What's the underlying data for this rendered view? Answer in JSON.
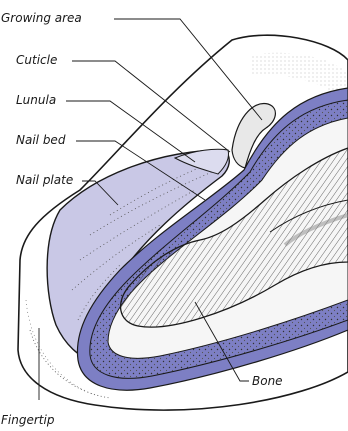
{
  "labels": {
    "growing_area": "Growing area",
    "cuticle": "Cuticle",
    "lunula": "Lunula",
    "nail_bed": "Nail bed",
    "nail_plate": "Nail plate",
    "bone": "Bone",
    "fingertip": "Fingertip"
  },
  "colors": {
    "nail_plate": "#c9c8e6",
    "nail_bed_layer": "#7d7fc4",
    "skin": "#ffffff",
    "outline": "#1a1a1a",
    "tissue_grey": "#d9d9d9",
    "bone_fill": "#f4f4f4"
  }
}
